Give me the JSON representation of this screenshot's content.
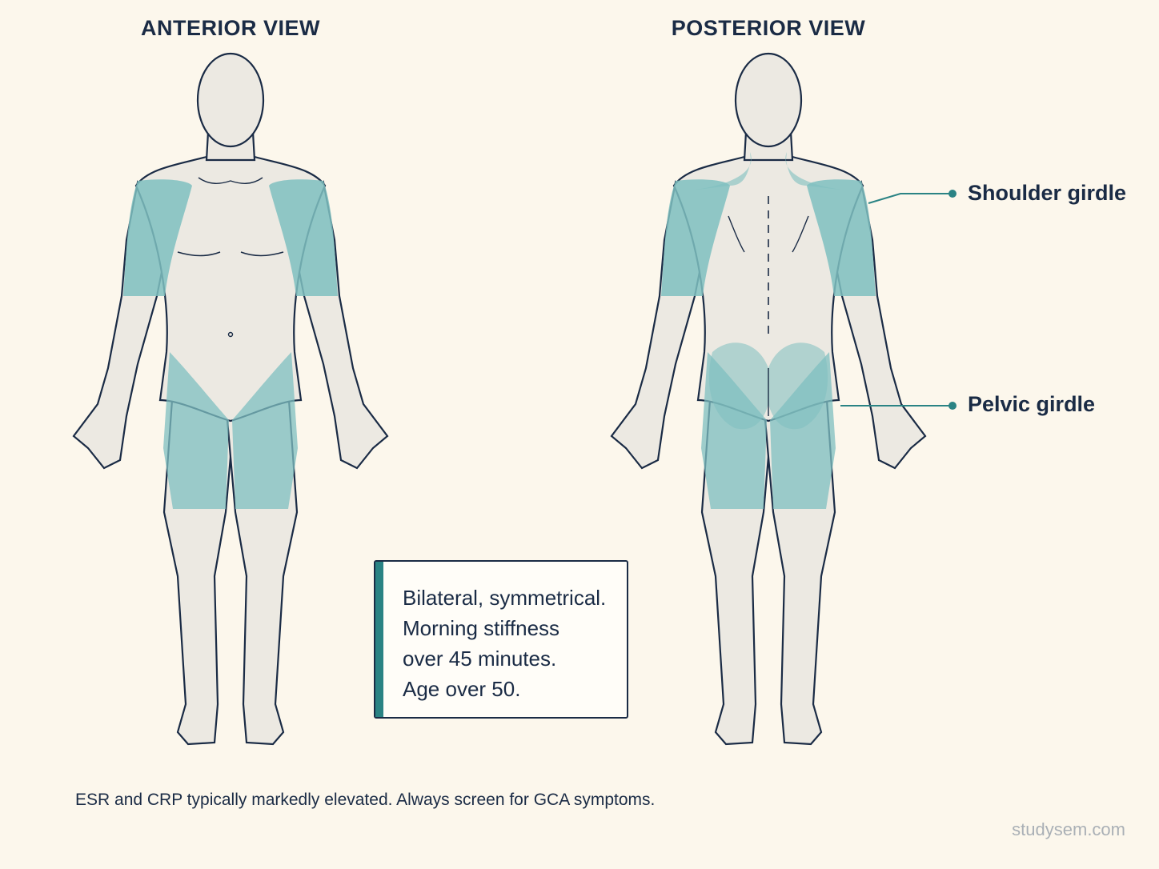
{
  "views": {
    "anterior_title": "ANTERIOR VIEW",
    "posterior_title": "POSTERIOR VIEW"
  },
  "callouts": {
    "shoulder": "Shoulder girdle",
    "pelvic": "Pelvic girdle"
  },
  "note": {
    "lines": [
      "Bilateral, symmetrical.",
      "Morning stiffness",
      "over 45 minutes.",
      "Age over 50."
    ]
  },
  "footer": "ESR and CRP typically markedly elevated. Always screen for GCA symptoms.",
  "watermark": "studysem.com",
  "colors": {
    "background": "#fcf7ec",
    "skin": "#ece9e2",
    "outline": "#1a2b45",
    "highlight": "#7fbfc0",
    "accent": "#2a8384"
  }
}
